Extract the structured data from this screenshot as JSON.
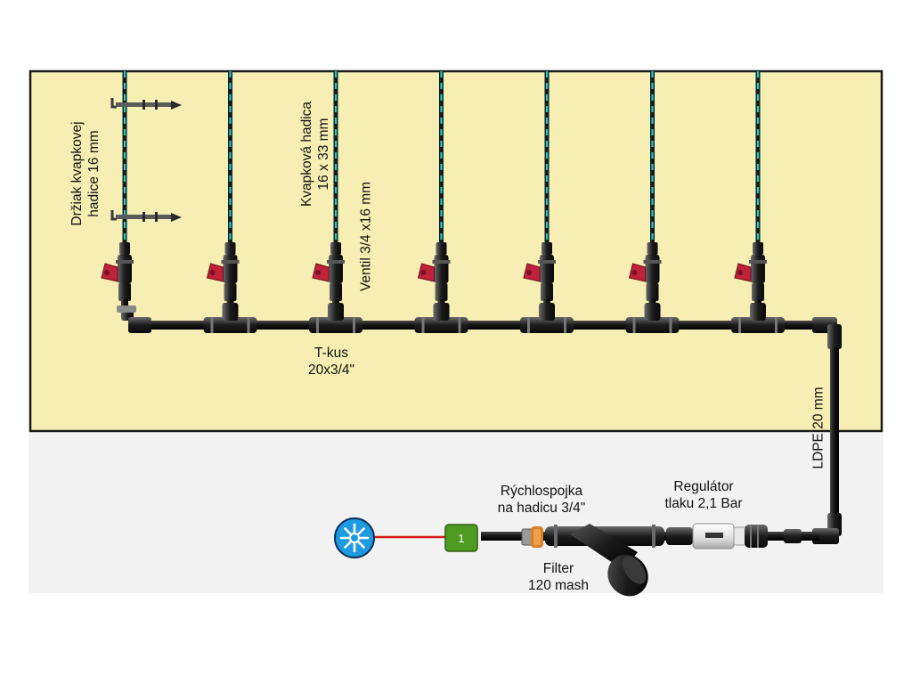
{
  "colors": {
    "field_bg": "#f6eeb2",
    "field_border": "#1a1a1a",
    "ground_bg": "#f2f2f2",
    "drip_line": "#0f2024",
    "drip_emitter": "#27c6c9",
    "valve_handle": "#c0223a",
    "feed_line": "#d81b1b",
    "source_blue": "#1e9be0",
    "badge_green": "#4f9a21"
  },
  "icons": {
    "water_source": "water-tap-icon",
    "drip_holder": "stake-icon",
    "valve": "ball-valve-icon",
    "tee": "tee-fitting-icon",
    "elbow": "elbow-fitting-icon",
    "filter": "y-filter-icon",
    "regulator": "pressure-regulator-icon",
    "quick_coupler": "quick-coupler-icon"
  },
  "labels": {
    "holder": [
      "Držiak kvapkovej",
      "hadice 16 mm"
    ],
    "drip_hose": [
      "Kvapková hadica",
      "16 x 33 mm"
    ],
    "valve": "Ventil 3/4 x16 mm",
    "tee": [
      "T-kus",
      "20x3/4\""
    ],
    "ldpe": "LDPE 20 mm",
    "regulator": [
      "Regulátor",
      "tlaku 2,1 Bar"
    ],
    "coupler": [
      "Rýchlospojka",
      "na hadicu 3/4\""
    ],
    "filter": [
      "Filter",
      "120 mash"
    ],
    "badge": "1"
  },
  "drip_line_count": 7
}
